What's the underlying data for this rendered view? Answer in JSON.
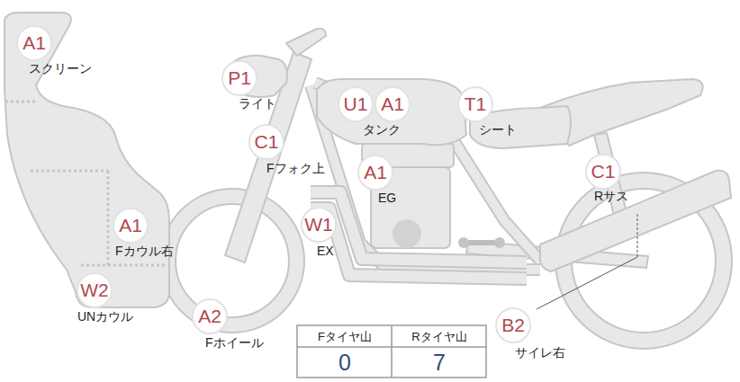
{
  "diagram": {
    "nodes": [
      {
        "text": [
          "A1",
          "スクリーン"
        ]
      },
      {
        "text": [
          "P1",
          "ライト"
        ]
      },
      {
        "text": [
          "U1"
        ]
      },
      {
        "text": [
          "A1"
        ]
      },
      {
        "text": [
          "T1",
          "シート"
        ]
      },
      {
        "text": [
          "C1",
          "Fフォク上"
        ]
      },
      {
        "text": [
          "A1",
          "EG"
        ]
      },
      {
        "text": [
          "C1",
          "Rサス"
        ]
      },
      {
        "text": [
          "A1",
          "Fカウル右"
        ]
      },
      {
        "text": [
          "W1",
          "EX"
        ]
      },
      {
        "text": [
          "W2",
          "UNカウル"
        ]
      },
      {
        "text": [
          "A2",
          "Fホイール"
        ]
      },
      {
        "text": [
          "B2",
          "サイレ右"
        ]
      }
    ],
    "labels": [
      "タンク",
      "Fタイヤ山",
      "Rタイヤ山",
      "0",
      "7"
    ]
  }
}
